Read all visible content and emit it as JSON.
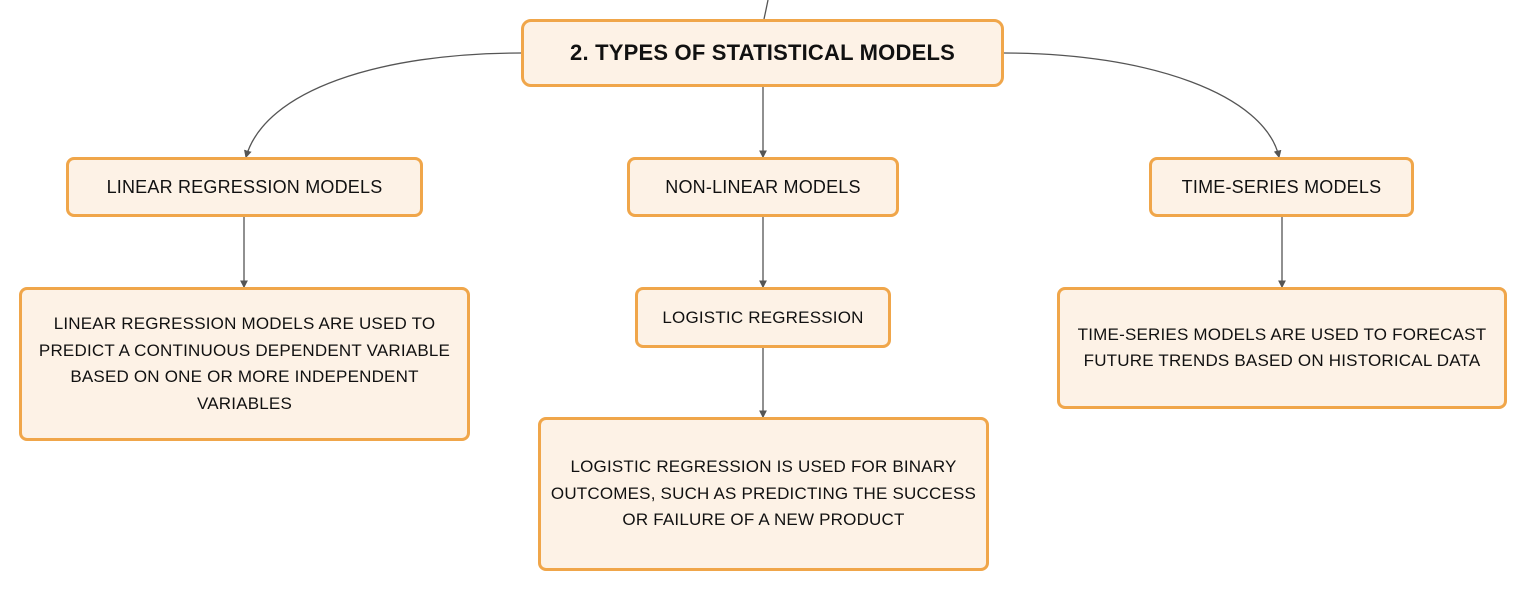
{
  "root": {
    "label": "2. TYPES OF STATISTICAL MODELS"
  },
  "branches": {
    "linear": {
      "label": "LINEAR REGRESSION MODELS",
      "description": "LINEAR REGRESSION MODELS ARE USED TO PREDICT A CONTINUOUS DEPENDENT VARIABLE BASED ON ONE OR MORE INDEPENDENT VARIABLES"
    },
    "nonlinear": {
      "label": "NON-LINEAR MODELS",
      "child": {
        "label": "LOGISTIC REGRESSION",
        "description": "LOGISTIC REGRESSION IS USED FOR BINARY OUTCOMES, SUCH AS PREDICTING THE SUCCESS OR FAILURE OF A NEW PRODUCT"
      }
    },
    "timeseries": {
      "label": "TIME-SERIES MODELS",
      "description": "TIME-SERIES MODELS ARE USED TO FORECAST FUTURE TRENDS BASED ON HISTORICAL DATA"
    }
  },
  "colors": {
    "node_border": "#f0a64a",
    "node_fill": "#fdf2e6",
    "connector": "#555555"
  }
}
